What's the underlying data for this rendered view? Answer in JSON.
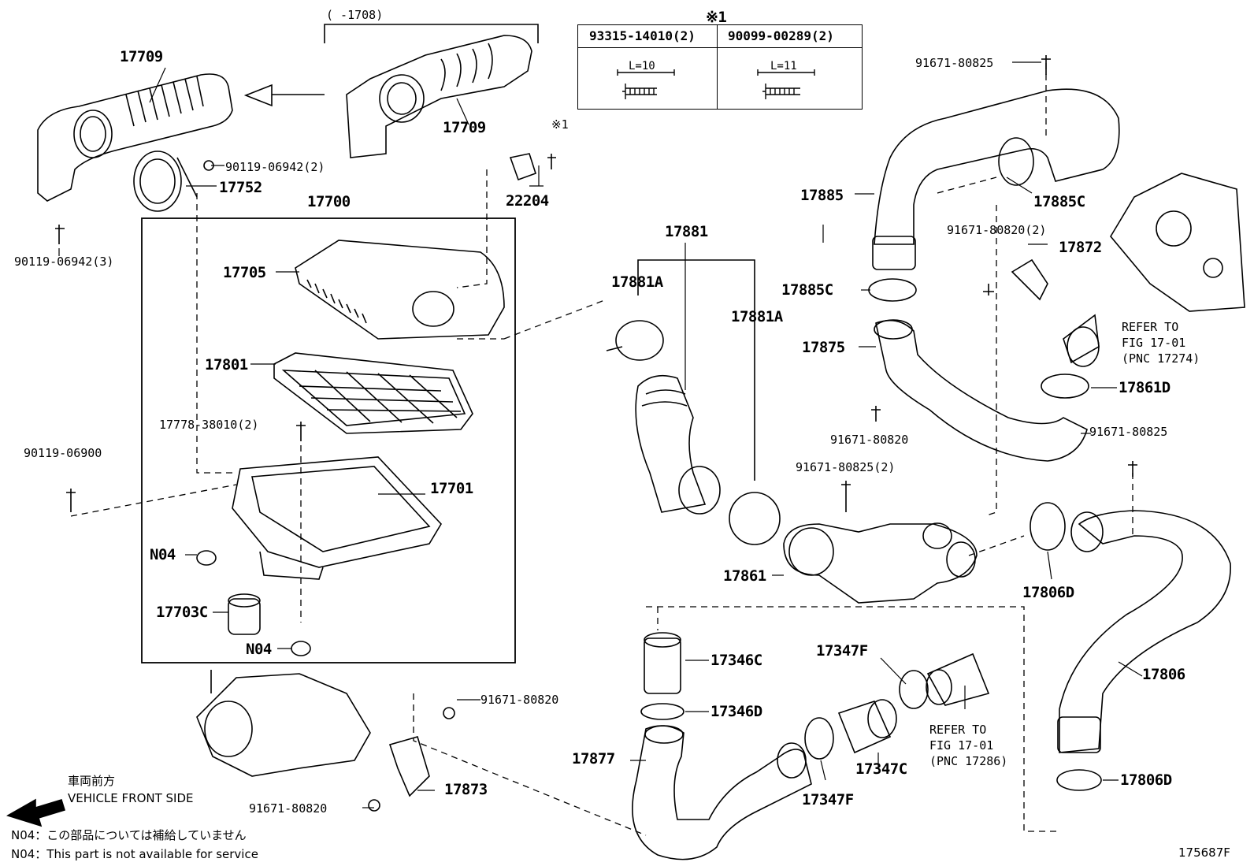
{
  "colors": {
    "line": "#000000",
    "background": "#ffffff"
  },
  "labels": {
    "p17709a": "17709",
    "p17709b": "17709",
    "range1708": "(      -1708)",
    "note_mark1": "※1",
    "p90119_06942_2": "90119-06942(2)",
    "p17752": "17752",
    "p90119_06942_3": "90119-06942(3)",
    "p22204": "22204",
    "p17700": "17700",
    "p17705": "17705",
    "p17801": "17801",
    "p17778": "17778-38010(2)",
    "p90119_06900": "90119-06900",
    "p17701": "17701",
    "n04a": "N04",
    "p17703c": "17703C",
    "n04b": "N04",
    "p17881": "17881",
    "p17881a_1": "17881A",
    "p17881a_2": "17881A",
    "p17885": "17885",
    "p17885c_1": "17885C",
    "p17885c_2": "17885C",
    "p91671_80825_top": "91671-80825",
    "p91671_80820_2": "91671-80820(2)",
    "p17872": "17872",
    "p17875": "17875",
    "refer_top_1": "REFER TO",
    "refer_top_2": "FIG 17-01",
    "refer_top_3": "(PNC 17274)",
    "p17861d": "17861D",
    "p91671_80820_mid": "91671-80820",
    "p91671_80825_2": "91671-80825(2)",
    "p91671_80825_right": "91671-80825",
    "p17861": "17861",
    "p17806d_1": "17806D",
    "p17806": "17806",
    "p17806d_2": "17806D",
    "p17346c": "17346C",
    "p17346d": "17346D",
    "p17347f_1": "17347F",
    "p17347f_2": "17347F",
    "p17347c": "17347C",
    "refer_bot_1": "REFER TO",
    "refer_bot_2": "FIG 17-01",
    "refer_bot_3": "(PNC 17286)",
    "p17877": "17877",
    "p91671_80820_a": "91671-80820",
    "p91671_80820_b": "91671-80820",
    "p17873": "17873",
    "front_jp": "車両前方",
    "front_en": "VEHICLE FRONT SIDE",
    "n04_jp": "N04：この部品については補給していません",
    "n04_en": "N04：This part is not available for service",
    "figure_id": "175687F"
  },
  "table": {
    "mark": "※1",
    "col1_part": "93315-14010(2)",
    "col1_len": "L=10",
    "col2_part": "90099-00289(2)",
    "col2_len": "L=11"
  }
}
